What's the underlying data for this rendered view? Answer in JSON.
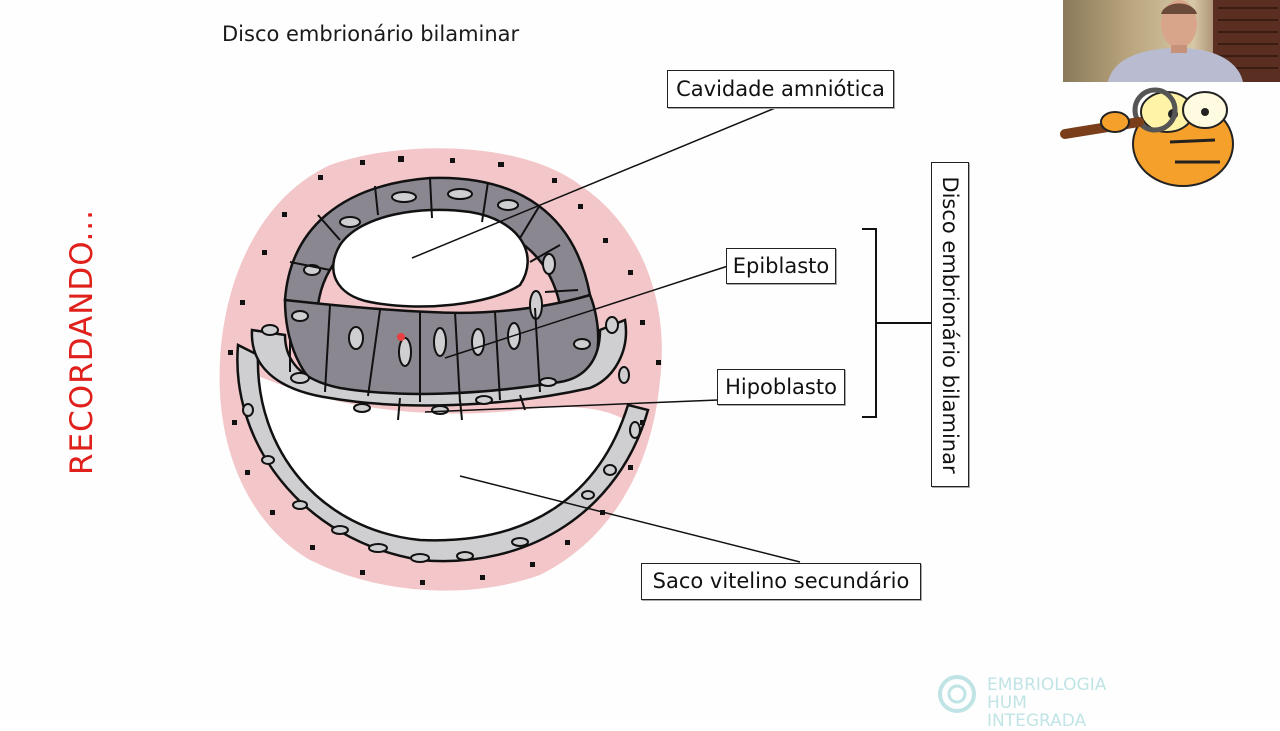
{
  "side_title": "RECORDANDO...",
  "diagram_title": "Disco embrionário bilaminar",
  "labels": {
    "amnio": "Cavidade amniótica",
    "epiblast": "Epiblasto",
    "hypoblast": "Hipoblasto",
    "yolk_sac": "Saco vitelino secundário",
    "disc": "Disco embrionário bilaminar"
  },
  "watermark": {
    "line1": "EMBRIOLOGIA HUM",
    "line2": "INTEGRADA"
  },
  "colors": {
    "accent_red": "#e0201b",
    "trophoblast_pink": "#f3c7c9",
    "epiblast_gray": "#8a8790",
    "hypoblast_gray": "#cfcfd1",
    "watermark_teal": "#4fb5b8"
  },
  "icons": [
    "webcam-presenter",
    "garfield-magnifier-mascot",
    "embriologia-logo-icon"
  ]
}
